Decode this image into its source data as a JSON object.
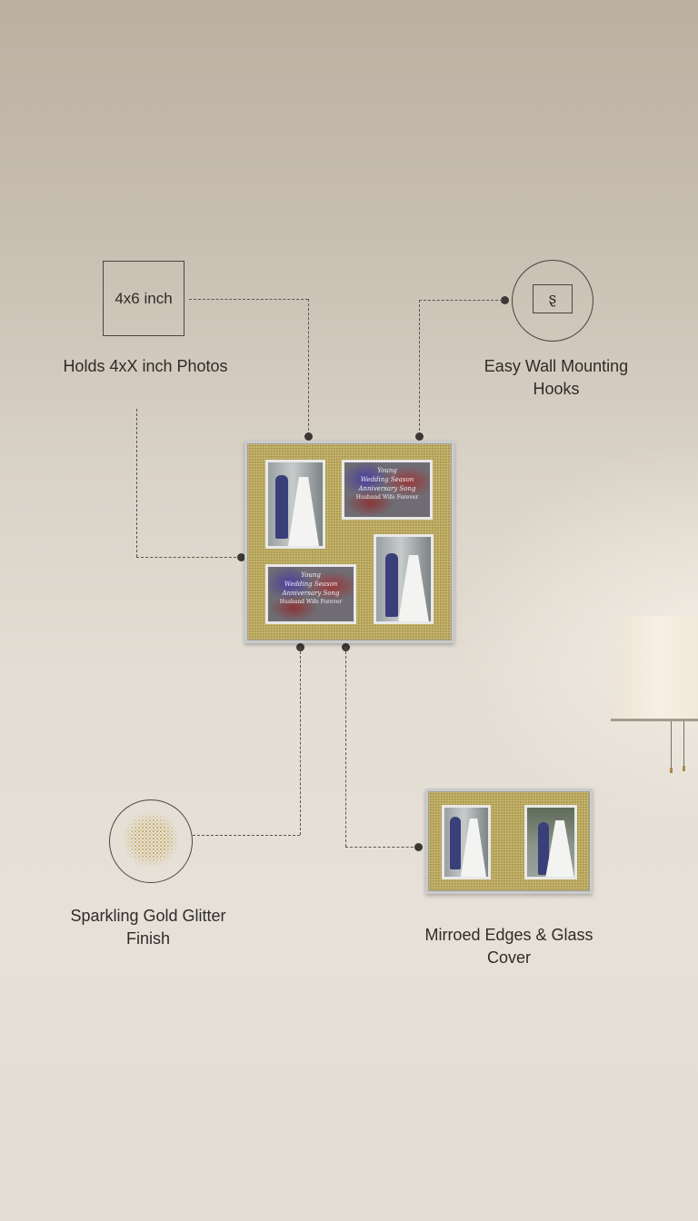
{
  "features": {
    "photo_size": {
      "icon_text": "4x6 inch",
      "label": "Holds 4xX inch Photos"
    },
    "wall_mount": {
      "icon": "hook-icon",
      "icon_glyph": "ȿ",
      "label_line1": "Easy Wall Mounting",
      "label_line2": "Hooks"
    },
    "glitter": {
      "icon": "glitter-icon",
      "label_line1": "Sparkling Gold Glitter",
      "label_line2": "Finish"
    },
    "mirrored": {
      "label_line1": "Mirroed Edges & Glass",
      "label_line2": "Cover"
    }
  },
  "main_frame": {
    "card_text": {
      "line1": "Young",
      "line2": "Wedding Season",
      "line3": "Anniversary Song",
      "line4": "Husband Wife Forever"
    }
  },
  "colors": {
    "glitter_gold": "#b8a65c",
    "mirror_edge": "#c9cbc9",
    "line": "#5a5550",
    "dot": "#3b3835",
    "text": "#2f2b27"
  }
}
